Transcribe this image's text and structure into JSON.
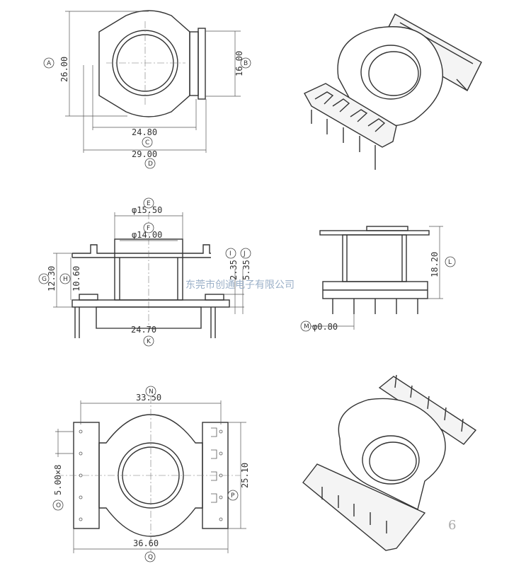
{
  "views": {
    "top": {
      "dims": {
        "a": "26.00",
        "b": "16.00",
        "c": "24.80",
        "d": "29.00"
      },
      "labels": {
        "a": "A",
        "b": "B",
        "c": "C",
        "d": "D"
      }
    },
    "front": {
      "dims": {
        "e": "φ15.50",
        "f": "φ14.00",
        "g": "12.30",
        "h": "10.60",
        "i": "2.35",
        "j": "5.35",
        "k": "24.70"
      },
      "labels": {
        "e": "E",
        "f": "F",
        "g": "G",
        "h": "H",
        "i": "I",
        "j": "J",
        "k": "K"
      }
    },
    "side": {
      "dims": {
        "l": "18.20",
        "m": "φ0.80"
      },
      "labels": {
        "l": "L",
        "m": "M"
      }
    },
    "bottom": {
      "dims": {
        "n": "33.50",
        "o": "5.00×8",
        "p": "25.10",
        "q": "36.60"
      },
      "labels": {
        "n": "N",
        "o": "O",
        "p": "P",
        "q": "Q"
      }
    }
  },
  "watermark": "东莞市创通电子有限公司",
  "page_number": "6"
}
